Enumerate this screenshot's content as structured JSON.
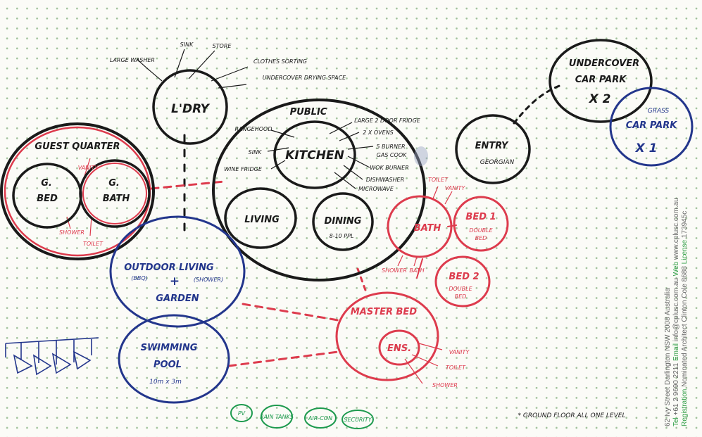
{
  "nodes": {
    "laundry": "L'DRY",
    "laundry_items": [
      "LARGE WASHER",
      "SINK",
      "STORE",
      "CLOTHES SORTING",
      "UNDERCOVER DRYING SPACE"
    ],
    "public": "PUBLIC",
    "kitchen": "KITCHEN",
    "kitchen_items_left": [
      "RANGEHOOD",
      "SINK",
      "WINE FRIDGE"
    ],
    "kitchen_items_right": [
      "LARGE 2 DOOR FRIDGE",
      "2 X OVENS",
      "5 BURNER",
      "GAS COOK",
      "WOK BURNER",
      "DISHWASHER",
      "MICROWAVE"
    ],
    "living": "LIVING",
    "dining": "DINING",
    "dining_note": "8-10 PPL",
    "guest_quarter": "GUEST QUARTER",
    "g_bed": [
      "G.",
      "BED"
    ],
    "g_bath": [
      "G.",
      "BATH"
    ],
    "g_bath_items": [
      "VANITY",
      "SHOWER",
      "TOILET"
    ],
    "outdoor": [
      "OUTDOOR LIVING",
      "+",
      "GARDEN"
    ],
    "outdoor_notes": [
      "(BBQ)",
      "(SHOWER)"
    ],
    "pool": [
      "SWIMMING",
      "POOL"
    ],
    "pool_size": "10m x 3m",
    "entry": [
      "ENTRY",
      "GEORGIAN"
    ],
    "car_park": [
      "UNDERCOVER",
      "CAR PARK",
      "X 2"
    ],
    "grass_car_park": [
      "GRASS",
      "CAR PARK",
      "X 1"
    ],
    "bath": "BATH",
    "bath_items": [
      "TOILET",
      "VANITY",
      "SHOWER",
      "BATH"
    ],
    "bed1": [
      "BED 1",
      "DOUBLE",
      "BED"
    ],
    "bed2": [
      "BED 2",
      "DOUBLE",
      "BED"
    ],
    "master_bed": "MASTER BED",
    "ens": "ENS.",
    "ens_items": [
      "VANITY",
      "TOILET",
      "SHOWER"
    ],
    "services": [
      "PV",
      "RAIN TANKS",
      "AIR-CON",
      "SECURITY"
    ],
    "ground_note": "* GROUND FLOOR ALL ONE LEVEL"
  },
  "footer": {
    "line1": "62 Ivy Street Darlington NSW 2008 Australia",
    "tel_label": "Tel",
    "tel": "+61 2 9690 2211",
    "email_label": "Email",
    "email": "info@cplusc.com.au",
    "web_label": "Web",
    "web": "www.cplusc.com.au",
    "reg_label": "Registration",
    "reg_text": "Nominated Architect Clinton Cole 8688",
    "license_label": "License",
    "license": "173945c"
  },
  "colors": {
    "black": "#1a1a1a",
    "red": "#dd3b4d",
    "blue": "#23368c",
    "green": "#1d9a4e"
  }
}
